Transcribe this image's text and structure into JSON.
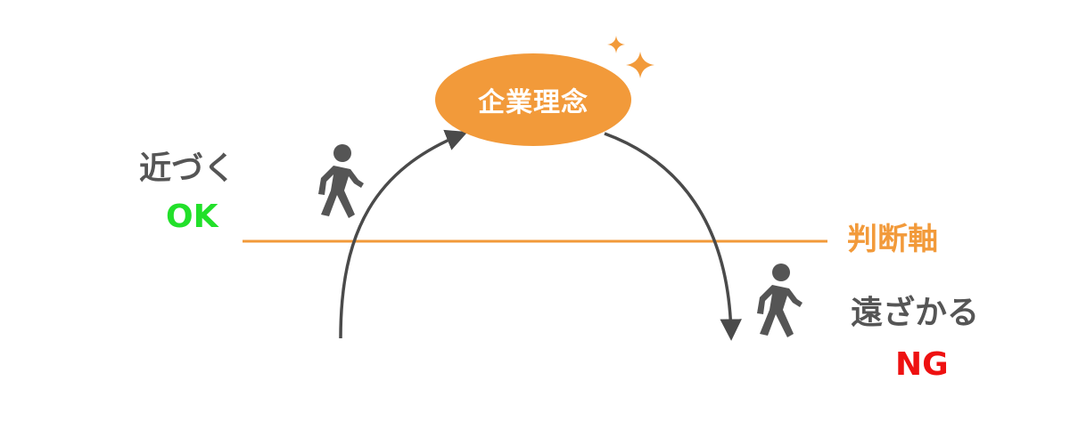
{
  "center": {
    "label": "企業理念"
  },
  "judgment_axis": {
    "label": "判断軸"
  },
  "approach": {
    "label": "近づく",
    "verdict": "OK"
  },
  "recede": {
    "label": "遠ざかる",
    "verdict": "NG"
  },
  "colors": {
    "accent": "#f29a3a",
    "ok": "#22e02a",
    "ng": "#ee1111",
    "text": "#555555",
    "arrow": "#4a4a4a"
  },
  "icons": {
    "approach": "walking-person-icon",
    "recede": "walking-person-icon",
    "highlight": "sparkle-icon"
  }
}
